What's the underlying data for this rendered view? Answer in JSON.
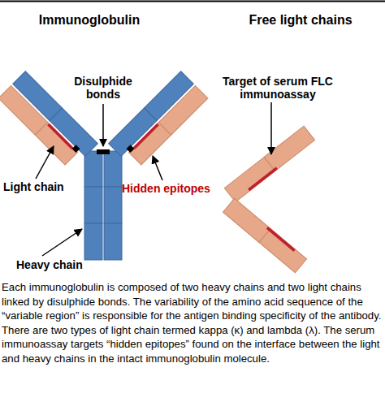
{
  "diagram": {
    "caption": "Each immunoglobulin is composed of two heavy chains and two light chains linked by disulphide bonds. The variability of the amino acid sequence of the “variable region” is responsible for the antigen binding specificity of the antibody. There are two types of light chain termed kappa (κ) and lambda (λ). The serum immunoassay targets “hidden epitopes” found on the interface between the light and heavy chains in the intact immunoglobulin molecule.",
    "labels": [
      "Immunoglobulin",
      "Free light chains",
      "Disulphide bonds",
      "Target of serum FLC immunoassay",
      "Hidden epitopes",
      "Light chain",
      "Heavy chain"
    ]
  }
}
